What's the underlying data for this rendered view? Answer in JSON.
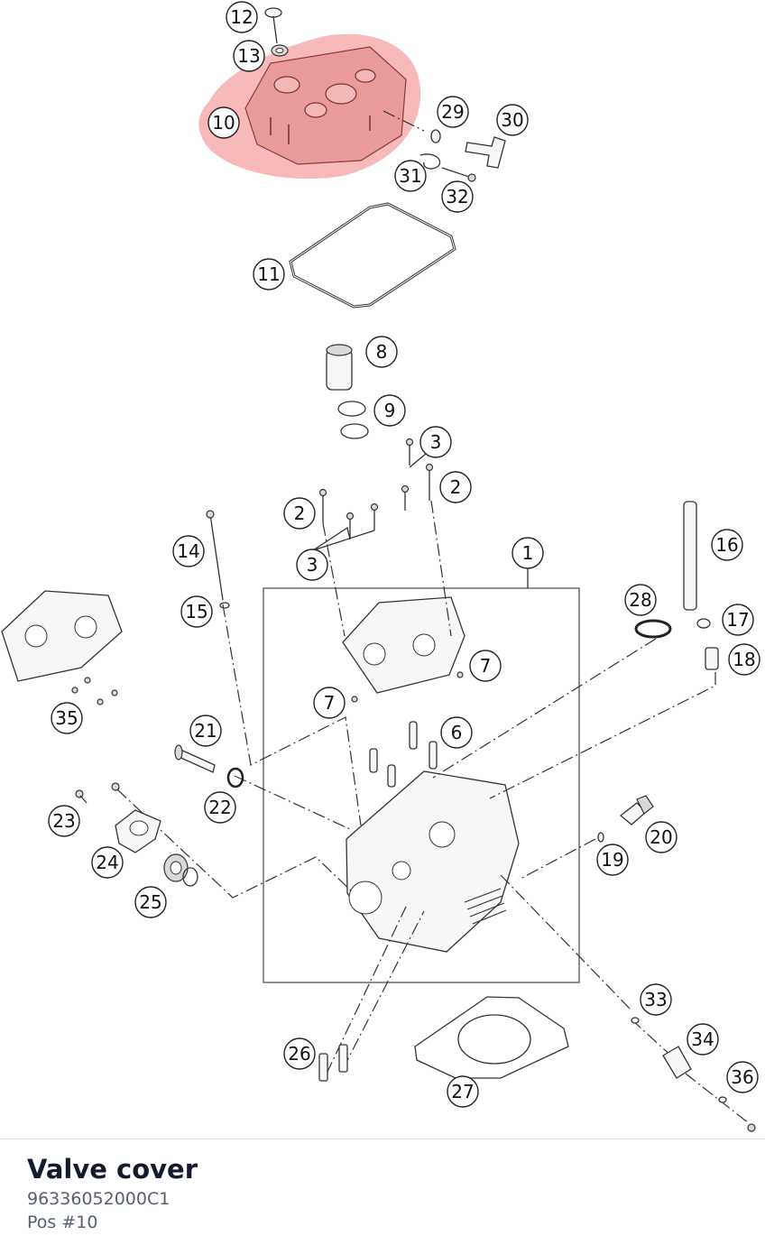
{
  "diagram": {
    "callouts": [
      "12",
      "13",
      "10",
      "29",
      "30",
      "31",
      "32",
      "11",
      "8",
      "9",
      "3",
      "2",
      "3",
      "2",
      "1",
      "14",
      "15",
      "16",
      "17",
      "18",
      "28",
      "7",
      "7",
      "35",
      "21",
      "6",
      "22",
      "23",
      "24",
      "25",
      "20",
      "19",
      "33",
      "34",
      "26",
      "27",
      "36"
    ],
    "highlight_color": "#f08080"
  },
  "selection": {
    "name": "Valve cover",
    "part_number": "96336052000C1",
    "position": "Pos #10"
  }
}
